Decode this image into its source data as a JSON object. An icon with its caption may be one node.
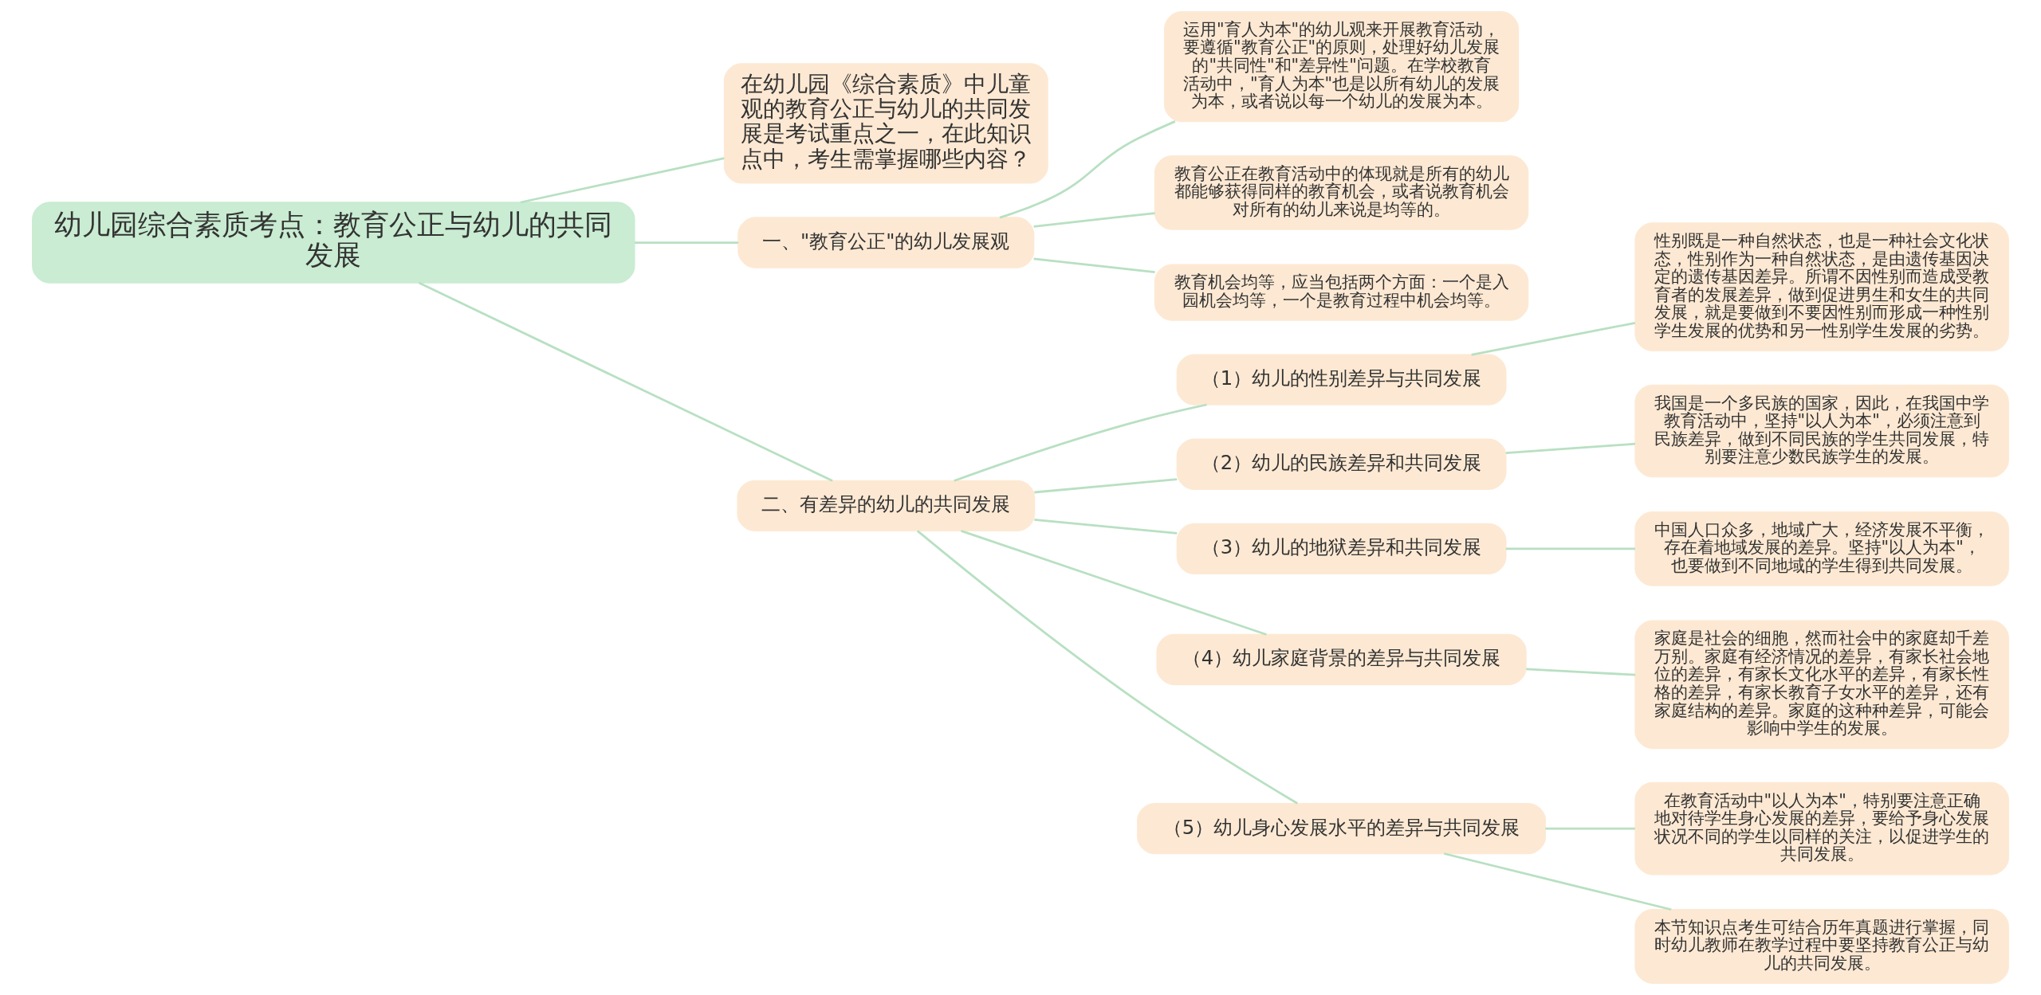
{
  "diagram": {
    "nodes": [
      {
        "text": [
          "幼儿园综合素质考点：教育公正与幼儿的共同发展"
        ]
      },
      {
        "text": [
          "在幼儿园《综合素质》中儿童观的教育公正与幼儿的共同发展是考试重点之一，在此知识点中，考生需掌握哪些内容？"
        ]
      },
      {
        "text": [
          "一、\"教育公正\"的幼儿发展观"
        ]
      },
      {
        "text": [
          "运用\"育人为本\"的幼儿观来开展教育活动，要遵循\"教育公正\"的原则，处理好幼儿发展的\"共同性\"和\"差异性\"问题。在学校教育活动中，\"育人为本\"也是以所有幼儿的发展为本，或者说以每一个幼儿的发展为本。"
        ]
      },
      {
        "text": [
          "教育公正在教育活动中的体现就是所有的幼儿都能够获得同样的教育机会，或者说教育机会对所有的幼儿来说是均等的。"
        ]
      },
      {
        "text": [
          "教育机会均等，应当包括两个方面：一个是入园机会均等，一个是教育过程中机会均等。"
        ]
      },
      {
        "text": [
          "二、有差异的幼儿的共同发展"
        ]
      },
      {
        "text": [
          "（1）幼儿的性别差异与共同发展"
        ]
      },
      {
        "text": [
          "性别既是一种自然状态，也是一种社会文化状态，性别作为一种自然状态，是由遗传基因决定的遗传基因差异。所谓不因性别而造成受教育者的发展差异，做到促进男生和女生的共同发展，就是要做到不要因性别而形成一种性别学生发展的优势和另一性别学生发展的劣势。"
        ]
      },
      {
        "text": [
          "（2）幼儿的民族差异和共同发展"
        ]
      },
      {
        "text": [
          "我国是一个多民族的国家，因此，在我国中学教育活动中，坚持\"以人为本\"，必须注意到民族差异，做到不同民族的学生共同发展，特别要注意少数民族学生的发展。"
        ]
      },
      {
        "text": [
          "（3）幼儿的地狱差异和共同发展"
        ]
      },
      {
        "text": [
          "中国人口众多，地域广大，经济发展不平衡，存在着地域发展的差异。坚持\"以人为本\"，也要做到不同地域的学生得到共同发展。"
        ]
      },
      {
        "text": [
          "（4）幼儿家庭背景的差异与共同发展"
        ]
      },
      {
        "text": [
          "家庭是社会的细胞，然而社会中的家庭却千差万别。家庭有经济情况的差异，有家长社会地位的差异，有家长文化水平的差异，有家长性格的差异，有家长教育子女水平的差异，还有家庭结构的差异。家庭的这种种差异，可能会影响中学生的发展。"
        ]
      },
      {
        "text": [
          "（5）幼儿身心发展水平的差异与共同发展"
        ]
      },
      {
        "text": [
          "在教育活动中\"以人为本\"，特别要注意正确地对待学生身心发展的差异，要给予身心发展状况不同的学生以同样的关注，以促进学生的共同发展。"
        ]
      },
      {
        "text": [
          "本节知识点考生可结合历年真题进行掌握，同时幼儿教师在教学过程中要坚持教育公正与幼儿的共同发展。"
        ]
      }
    ],
    "edges": [
      {
        "from": 0,
        "to": 1,
        "arrow": "none"
      },
      {
        "from": 0,
        "to": 2,
        "arrow": "none"
      },
      {
        "from": 2,
        "to": 3,
        "arrow": "none"
      },
      {
        "from": 2,
        "to": 4,
        "arrow": "none"
      },
      {
        "from": 2,
        "to": 5,
        "arrow": "none"
      },
      {
        "from": 0,
        "to": 6,
        "arrow": "none"
      },
      {
        "from": 6,
        "to": 7,
        "arrow": "none"
      },
      {
        "from": 7,
        "to": 8,
        "arrow": "none"
      },
      {
        "from": 6,
        "to": 9,
        "arrow": "none"
      },
      {
        "from": 9,
        "to": 10,
        "arrow": "none"
      },
      {
        "from": 6,
        "to": 11,
        "arrow": "none"
      },
      {
        "from": 11,
        "to": 12,
        "arrow": "none"
      },
      {
        "from": 6,
        "to": 13,
        "arrow": "none"
      },
      {
        "from": 13,
        "to": 14,
        "arrow": "none"
      },
      {
        "from": 6,
        "to": 15,
        "arrow": "none"
      },
      {
        "from": 15,
        "to": 16,
        "arrow": "none"
      },
      {
        "from": 15,
        "to": 17,
        "arrow": "none"
      }
    ]
  }
}
